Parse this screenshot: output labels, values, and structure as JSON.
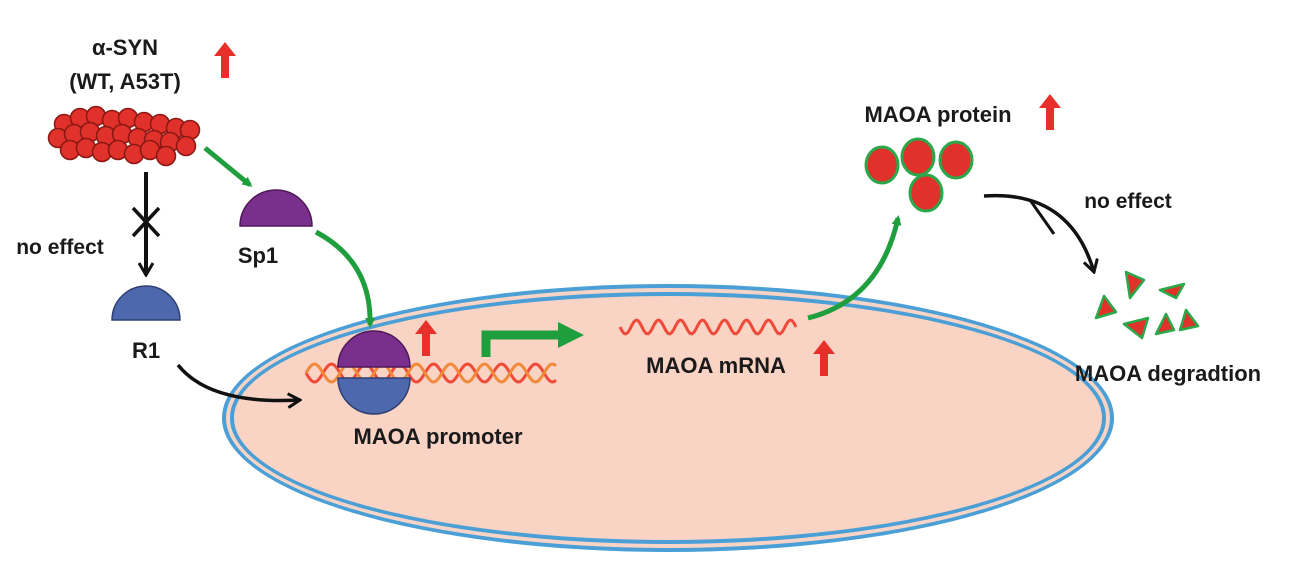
{
  "labels": {
    "asyn_line1": "α-SYN",
    "asyn_line2": "(WT, A53T)",
    "no_effect_left": "no effect",
    "sp1": "Sp1",
    "r1": "R1",
    "promoter": "MAOA promoter",
    "mrna": "MAOA mRNA",
    "protein": "MAOA protein",
    "no_effect_right": "no effect",
    "degradation": "MAOA degradtion"
  },
  "colors": {
    "up_arrow": "#e8302a",
    "green_arrow": "#1f9e3e",
    "black_arrow": "#111111",
    "asyn_particle": "#e0312b",
    "sp1": "#7b2f8c",
    "r1": "#4e68ad",
    "nucleus_fill": "#f8d4c6",
    "nucleus_border": "#4a9fd6",
    "mrna": "#f04a3a",
    "dna_a": "#f04a3a",
    "dna_b": "#f08a3a",
    "protein_fill": "#e0312b",
    "protein_border": "#2aa84a"
  }
}
